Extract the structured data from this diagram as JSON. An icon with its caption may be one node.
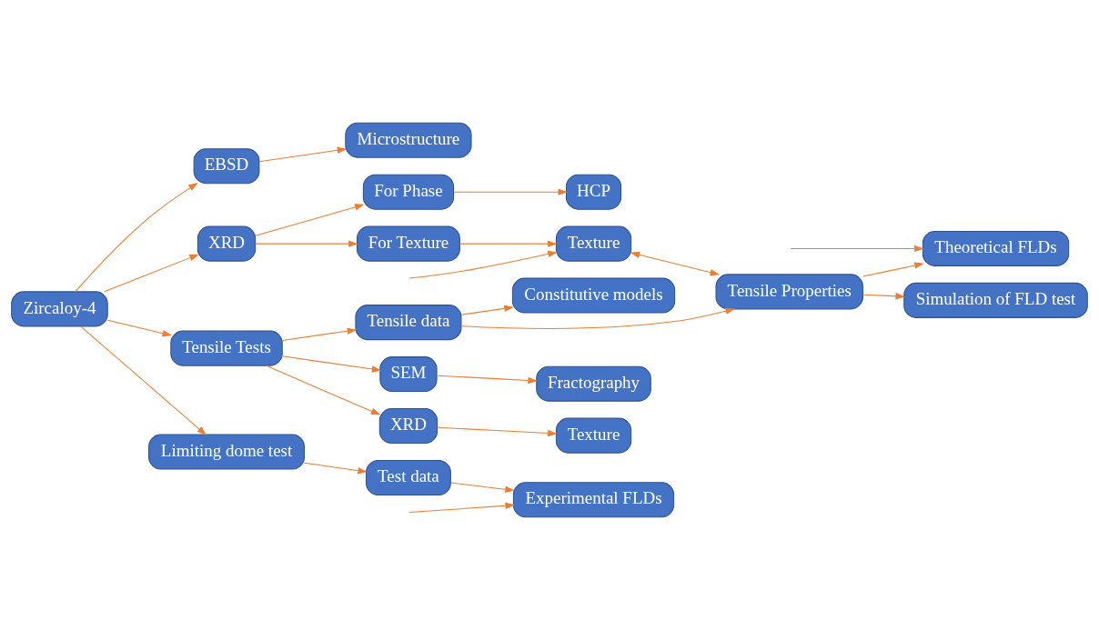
{
  "diagram": {
    "nodes": [
      {
        "text": [
          "Zircaloy-4"
        ]
      },
      {
        "text": [
          "EBSD"
        ]
      },
      {
        "text": [
          "Microstructure"
        ]
      },
      {
        "text": [
          "XRD"
        ]
      },
      {
        "text": [
          "For Phase"
        ]
      },
      {
        "text": [
          "HCP"
        ]
      },
      {
        "text": [
          "For Texture"
        ]
      },
      {
        "text": [
          "Texture"
        ]
      },
      {
        "text": [
          "Constitutive models"
        ]
      },
      {
        "text": [
          "Tensile data"
        ]
      },
      {
        "text": [
          "Tensile Properties"
        ]
      },
      {
        "text": [
          "Tensile Tests"
        ]
      },
      {
        "text": [
          "SEM"
        ]
      },
      {
        "text": [
          "Fractography"
        ]
      },
      {
        "text": [
          "Theoretical FLDs"
        ]
      },
      {
        "text": [
          "XRD"
        ]
      },
      {
        "text": [
          "Texture"
        ]
      },
      {
        "text": [
          "Simulation of FLD test"
        ]
      },
      {
        "text": [
          "Limiting dome test"
        ]
      },
      {
        "text": [
          "Test data"
        ]
      },
      {
        "text": [
          "Experimental FLDs"
        ]
      }
    ],
    "edges": [
      {
        "from": 0,
        "to": 1,
        "arrow": "to"
      },
      {
        "from": 0,
        "to": 3,
        "arrow": "to"
      },
      {
        "from": 0,
        "to": 11,
        "arrow": "to"
      },
      {
        "from": 0,
        "to": 18,
        "arrow": "to"
      },
      {
        "from": 1,
        "to": 2,
        "arrow": "to"
      },
      {
        "from": 3,
        "to": 4,
        "arrow": "to"
      },
      {
        "from": 3,
        "to": 6,
        "arrow": "to"
      },
      {
        "from": 4,
        "to": 5,
        "arrow": "to"
      },
      {
        "from": 6,
        "to": 7,
        "arrow": "to"
      },
      {
        "from": 11,
        "to": 9,
        "arrow": "to"
      },
      {
        "from": 11,
        "to": 12,
        "arrow": "to"
      },
      {
        "from": 11,
        "to": 15,
        "arrow": "to"
      },
      {
        "from": 9,
        "to": 8,
        "arrow": "to"
      },
      {
        "from": 9,
        "to": 10,
        "arrow": "to"
      },
      {
        "from": 7,
        "to": 10,
        "arrow": "both"
      },
      {
        "from": 10,
        "to": 14,
        "arrow": "to"
      },
      {
        "from": 10,
        "to": 17,
        "arrow": "to"
      },
      {
        "from": 12,
        "to": 13,
        "arrow": "to"
      },
      {
        "from": 15,
        "to": 16,
        "arrow": "to"
      },
      {
        "from": 18,
        "to": 19,
        "arrow": "to"
      },
      {
        "from": 19,
        "to": 20,
        "arrow": "to"
      },
      {
        "from": null,
        "to": 7,
        "arrow": "to"
      },
      {
        "from": null,
        "to": 20,
        "arrow": "to"
      },
      {
        "from": null,
        "to": 14,
        "arrow": "to"
      }
    ]
  }
}
